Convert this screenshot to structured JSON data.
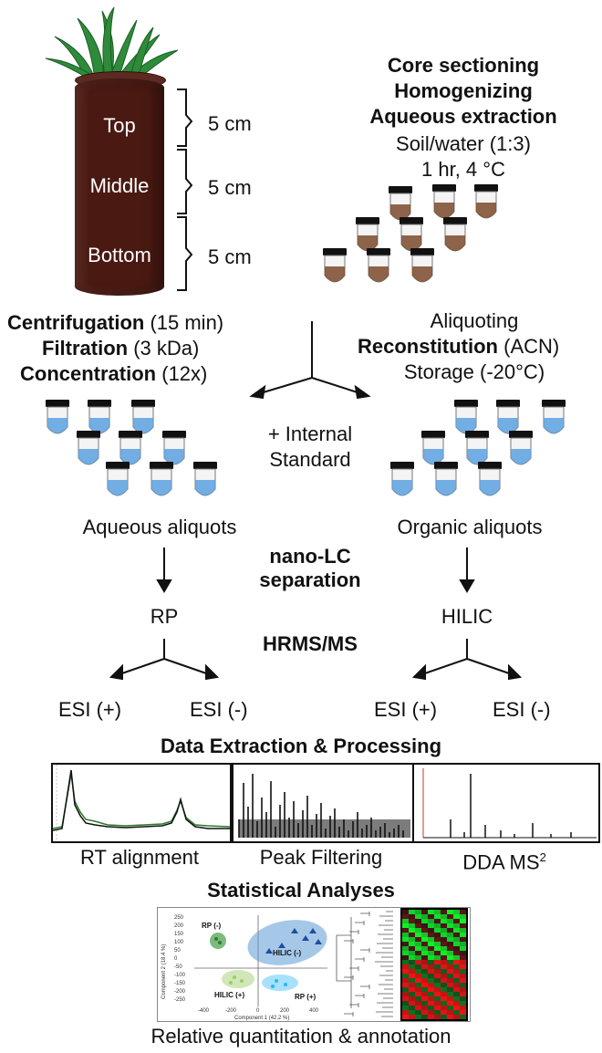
{
  "core": {
    "sections": [
      "Top",
      "Middle",
      "Bottom"
    ],
    "depth_label": "5 cm"
  },
  "step1": {
    "line1": "Core sectioning",
    "line2": "Homogenizing",
    "line3": "Aqueous extraction",
    "line4": "Soil/water (1:3)",
    "line5": "1 hr, 4 °C"
  },
  "left_steps": {
    "centrifugation_bold": "Centrifugation",
    "centrifugation_rest": " (15 min)",
    "filtration_bold": "Filtration",
    "filtration_rest": " (3 kDa)",
    "concentration_bold": "Concentration",
    "concentration_rest": " (12x)"
  },
  "right_steps": {
    "aliquoting": "Aliquoting",
    "reconstitution_bold": "Reconstitution",
    "reconstitution_rest": " (ACN)",
    "storage": "Storage (-20°C)"
  },
  "internal_standard": {
    "line1": "+ Internal",
    "line2": "Standard"
  },
  "aliquots": {
    "aqueous": "Aqueous aliquots",
    "organic": "Organic aliquots"
  },
  "separation": {
    "line1": "nano-LC",
    "line2": "separation"
  },
  "columns": {
    "left": "RP",
    "right": "HILIC"
  },
  "hrms": "HRMS/MS",
  "esi": {
    "pos": "ESI (+)",
    "neg": "ESI (-)"
  },
  "processing": {
    "title": "Data Extraction & Processing",
    "rt": "RT alignment",
    "peak": "Peak Filtering",
    "dda": "DDA MS",
    "dda_sup": "2"
  },
  "stats": {
    "title": "Statistical Analyses",
    "pca_labels": [
      "RP (-)",
      "HILIC (-)",
      "HILIC (+)",
      "RP (+)"
    ],
    "axis_x": "Component 1 (42.2 %)",
    "axis_y": "Component 2 (18.4 %)",
    "x_ticks": [
      "-400",
      "-200",
      "0",
      "200",
      "400"
    ],
    "y_ticks": [
      "250",
      "200",
      "150",
      "100",
      "50",
      "0",
      "-50",
      "-100",
      "-150",
      "-200",
      "-250"
    ],
    "caption": "Relative quantitation & annotation"
  },
  "colors": {
    "soil": "#4a1a12",
    "grass": "#2e8b3a",
    "aqueous_liquid": "#5aa0e0",
    "organic_liquid": "#5aa0e0",
    "extract_liquid": "#7a4a2a",
    "cap": "#111111"
  }
}
